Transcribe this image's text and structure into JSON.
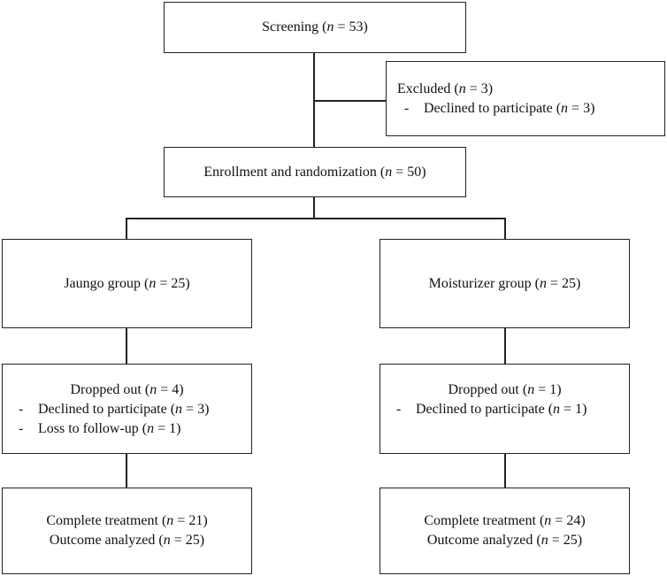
{
  "n_symbol": "n",
  "screening": {
    "prefix": "Screening (",
    "mid": " = ",
    "value": "53",
    "suffix": ")"
  },
  "excluded": {
    "prefix": "Excluded (",
    "mid": " = ",
    "value": "3",
    "suffix": ")",
    "items": [
      {
        "dash": "-",
        "prefix": "Declined to participate (",
        "mid": " = ",
        "value": "3",
        "suffix": ")"
      }
    ]
  },
  "enrollment": {
    "prefix": "Enrollment and randomization (",
    "mid": " = ",
    "value": "50",
    "suffix": ")"
  },
  "jaungo": {
    "prefix": "Jaungo group (",
    "mid": " = ",
    "value": "25",
    "suffix": ")"
  },
  "moisturizer": {
    "prefix": "Moisturizer group (",
    "mid": " = ",
    "value": "25",
    "suffix": ")"
  },
  "jaungo_drop": {
    "prefix": "Dropped out (",
    "mid": " = ",
    "value": "4",
    "suffix": ")",
    "items": [
      {
        "dash": "-",
        "prefix": "Declined to participate (",
        "mid": " = ",
        "value": "3",
        "suffix": ")"
      },
      {
        "dash": "-",
        "prefix": "Loss to follow-up (",
        "mid": " = ",
        "value": "1",
        "suffix": ")"
      }
    ]
  },
  "moist_drop": {
    "prefix": "Dropped out (",
    "mid": " = ",
    "value": "1",
    "suffix": ")",
    "items": [
      {
        "dash": "-",
        "prefix": "Declined to participate (",
        "mid": " = ",
        "value": "1",
        "suffix": ")"
      }
    ]
  },
  "jaungo_final": {
    "lines": [
      {
        "prefix": "Complete treatment (",
        "mid": " = ",
        "value": "21",
        "suffix": ")"
      },
      {
        "prefix": "Outcome analyzed (",
        "mid": " = ",
        "value": "25",
        "suffix": ")"
      }
    ]
  },
  "moist_final": {
    "lines": [
      {
        "prefix": "Complete treatment (",
        "mid": " = ",
        "value": "24",
        "suffix": ")"
      },
      {
        "prefix": "Outcome analyzed (",
        "mid": " = ",
        "value": "25",
        "suffix": ")"
      }
    ]
  }
}
